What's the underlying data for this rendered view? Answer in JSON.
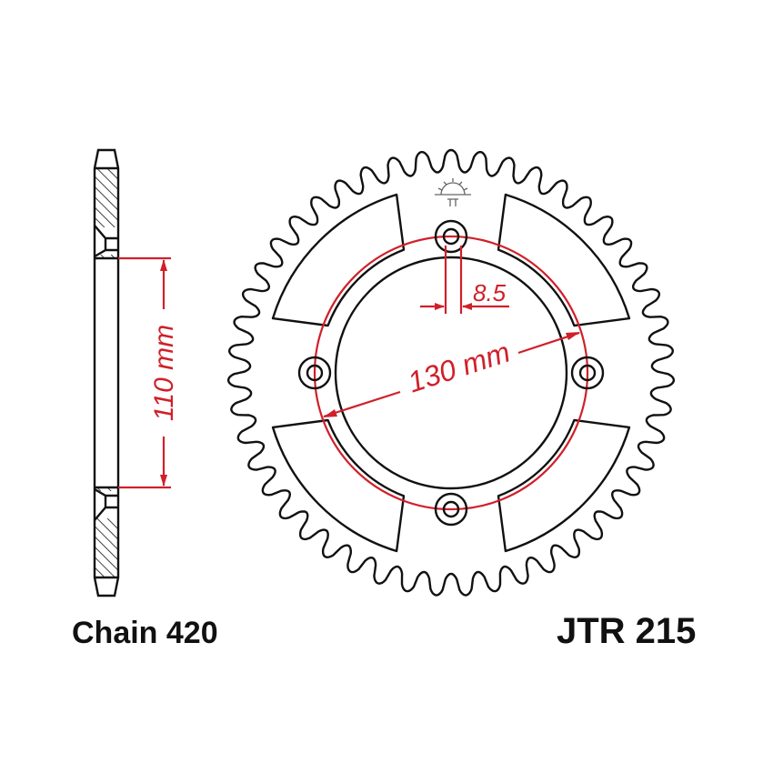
{
  "diagram": {
    "title": "JTR 215",
    "chain_label": "Chain 420",
    "dimensions": {
      "width_label": "110 mm",
      "bolt_circle_label": "130 mm",
      "bolt_hole_label": "8.5"
    },
    "tooth_count": 47,
    "bolt_holes": 4,
    "colors": {
      "outline": "#111111",
      "dimension": "#d0202a"
    }
  }
}
